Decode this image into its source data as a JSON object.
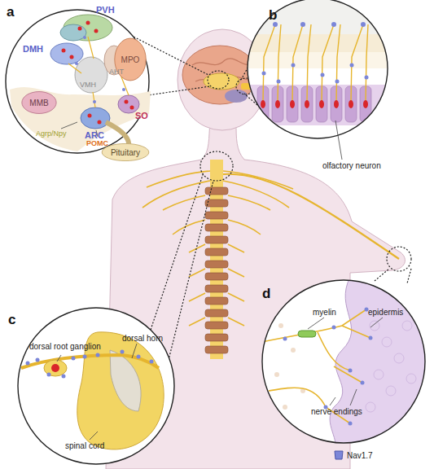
{
  "diagram": {
    "nodes": [
      {
        "text": [
          "MPO"
        ]
      },
      {
        "text": [
          "MMB"
        ]
      },
      {
        "text": [
          "Pituitary"
        ]
      }
    ],
    "labels": [
      "a",
      "PVH",
      "DMH",
      "VMH",
      "AHT",
      "SO",
      "ARC",
      "Agrp/Npy",
      "POMC",
      "b",
      "olfactory neuron",
      "c",
      "dorsal horn",
      "dorsal root ganglion",
      "spinal cord",
      "d",
      "myelin",
      "epidermis",
      "nerve endings"
    ],
    "legend": [
      {
        "text": "Nav1.7"
      }
    ]
  }
}
